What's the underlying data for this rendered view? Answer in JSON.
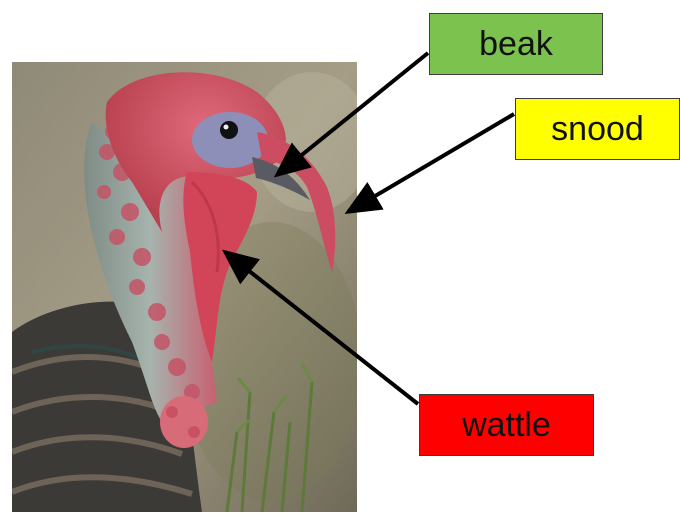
{
  "labels": {
    "beak": {
      "text": "beak",
      "color": "#7cc24f"
    },
    "snood": {
      "text": "snood",
      "color": "#ffff00"
    },
    "wattle": {
      "text": "wattle",
      "color": "#ff0000"
    }
  },
  "photo": {
    "subject": "wild turkey head illustration"
  },
  "arrow_color": "#000000"
}
